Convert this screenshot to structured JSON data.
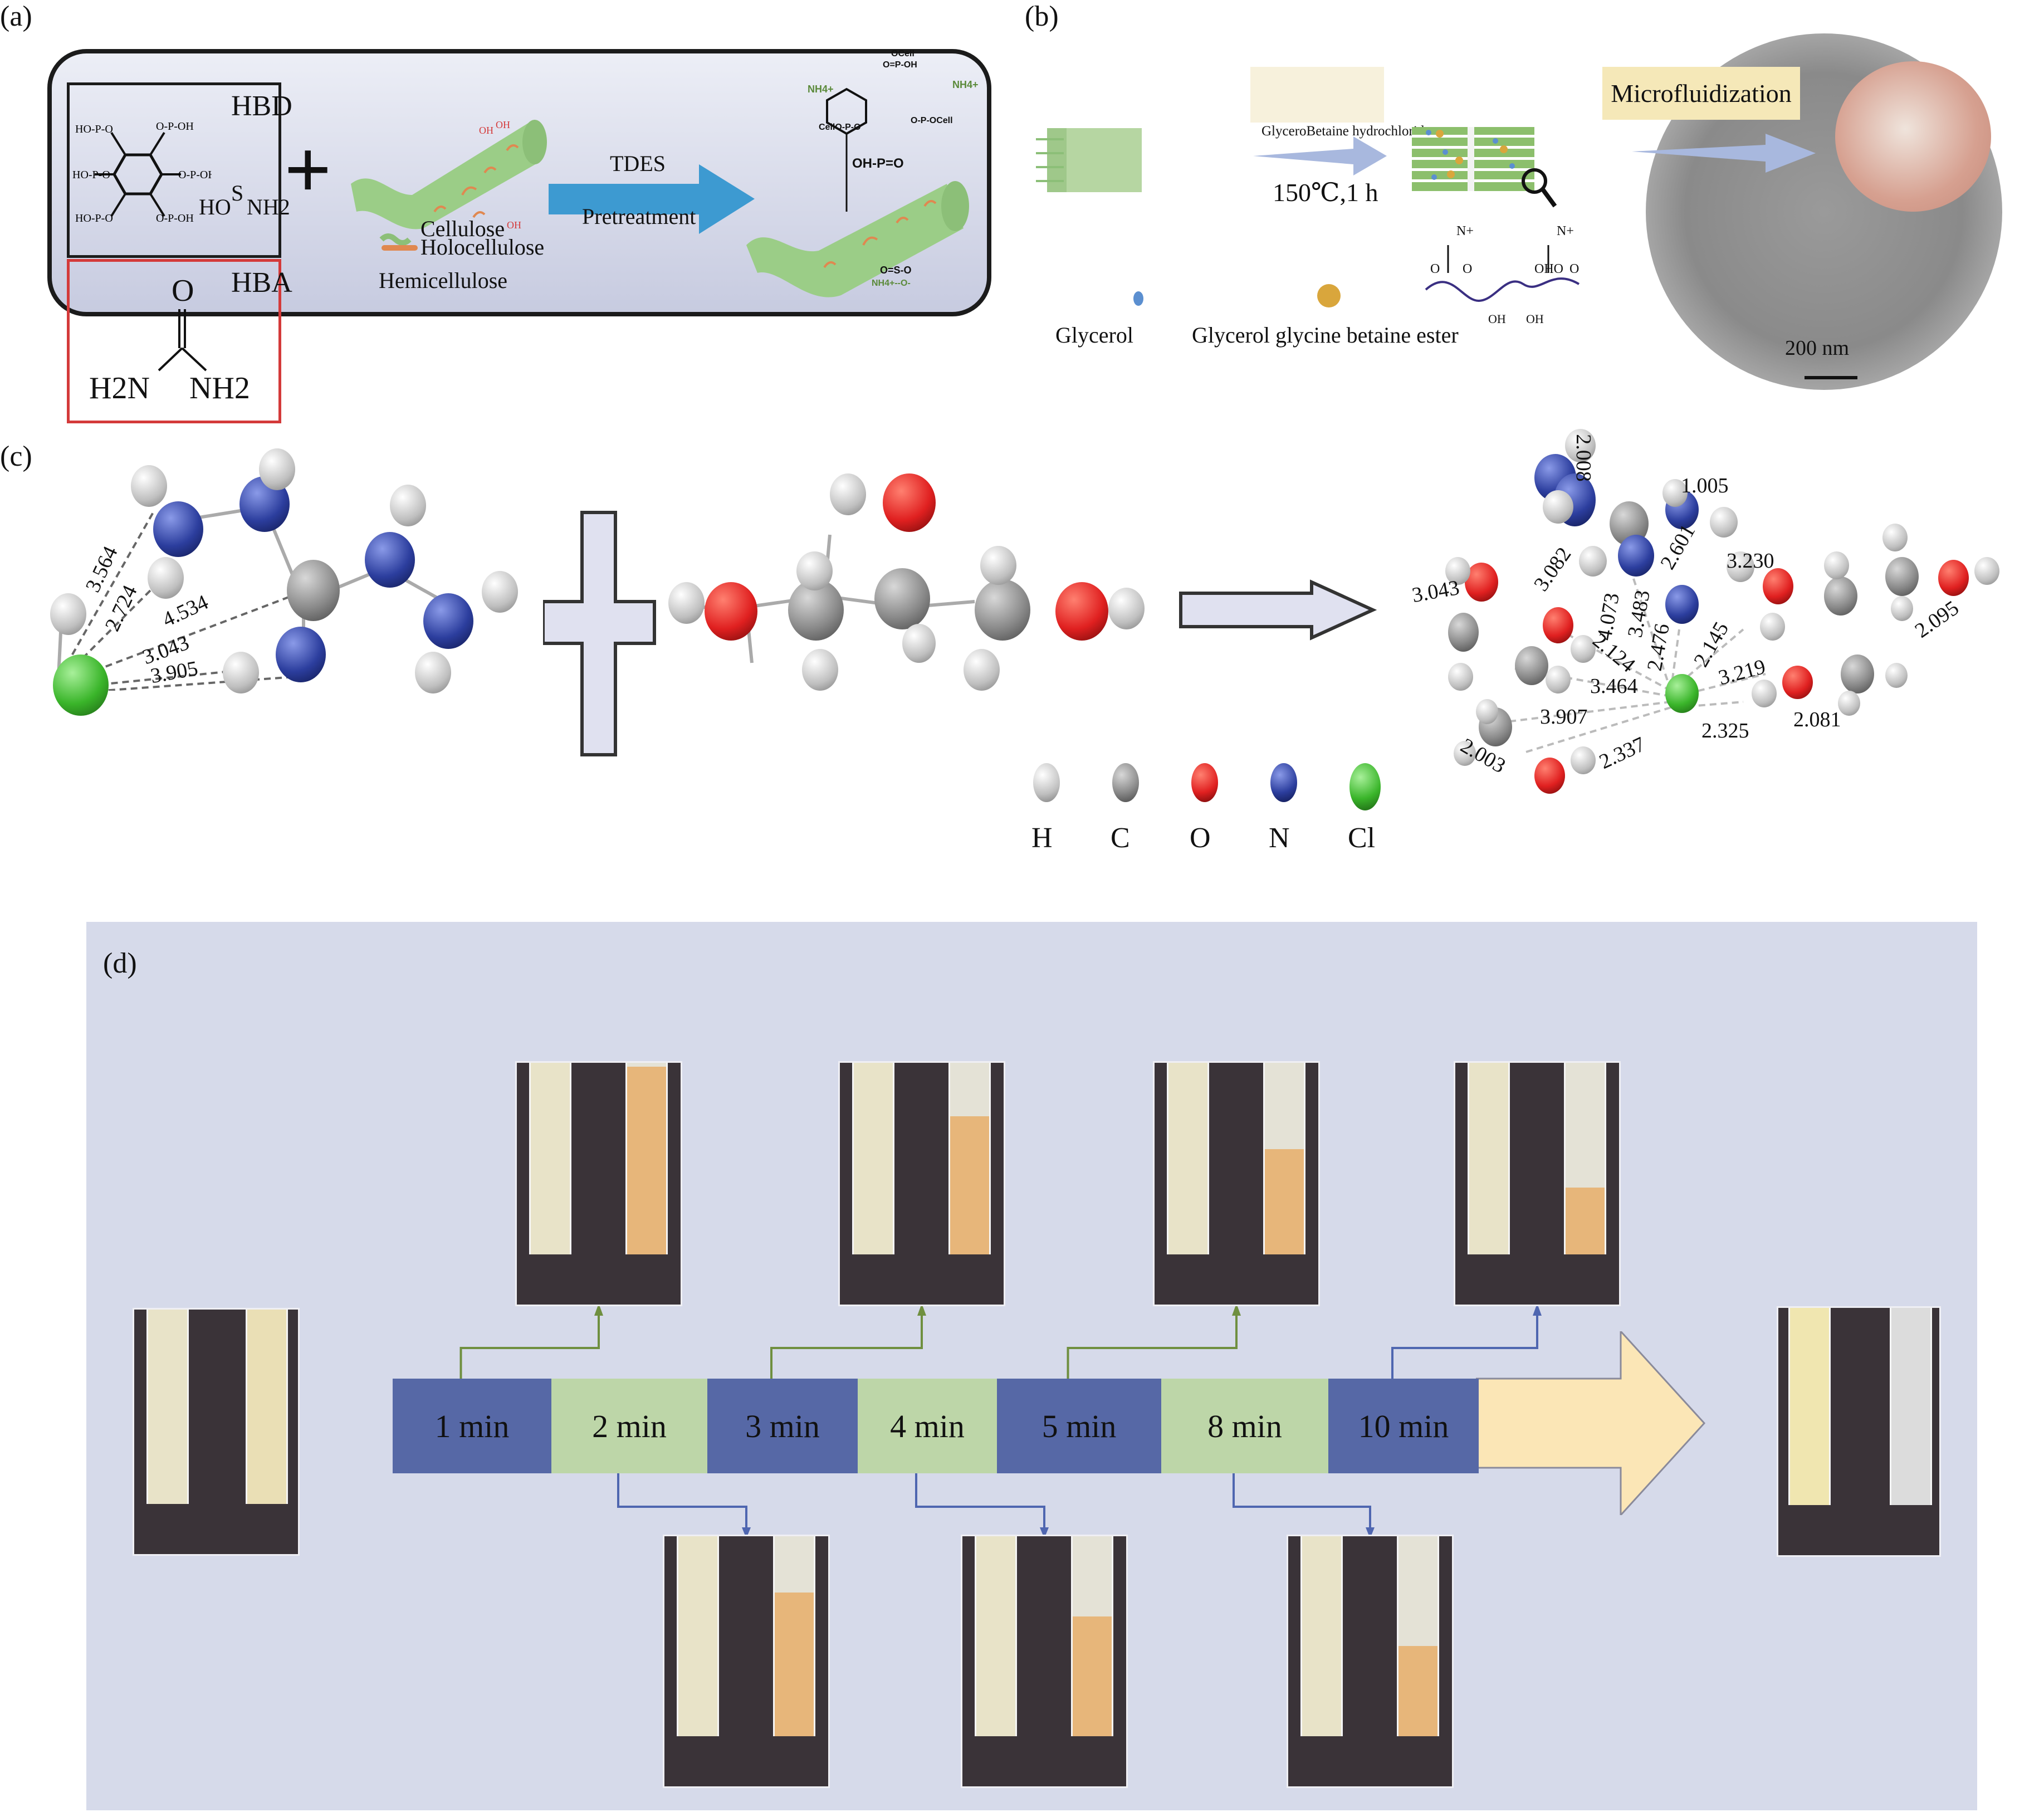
{
  "panel_a": {
    "label": "(a)",
    "hbd_label": "HBD",
    "hba_label": "HBA",
    "hbd_sulfamic": {
      "ho": "HO",
      "s": "S",
      "nh2": "NH2"
    },
    "urea": {
      "o": "O",
      "h2n": "H2N",
      "nh2": "NH2"
    },
    "plus": "+",
    "legend": {
      "cellulose": "Cellulose",
      "holocellulose": "Holocellulose",
      "hemicellulose": "Hemicellulose"
    },
    "arrow_top": "TDES",
    "arrow_bottom": "Pretreatment",
    "product_labels": [
      "OCell",
      "O=P-OH",
      "NH4+",
      "CellO-P-O",
      "O-P-OCell",
      "OH-P=O",
      "O=S-O",
      "NH4+--O-"
    ],
    "colors": {
      "arrow": "#3d9ad1",
      "fiber": "#9bcd87",
      "holocellulose": "#e08850",
      "hba_border": "#d43a3a"
    }
  },
  "panel_b": {
    "label": "(b)",
    "reagent": "GlyceroBetaine hydrochloride",
    "condition": "150℃,1 h",
    "step2": "Microfluidization",
    "legend": {
      "glycerol": "Glycerol",
      "ester": "Glycerol glycine betaine ester"
    },
    "structure_labels": [
      "N+",
      "N+",
      "O",
      "O",
      "OHO",
      "O",
      "OH",
      "OH"
    ],
    "scale_bar": "200 nm",
    "colors": {
      "glycerol_dot": "#5b8fd0",
      "ester_dot": "#d9a63c",
      "microfluidization_bg": "#f5e8b8"
    }
  },
  "panel_c": {
    "label": "(c)",
    "left_distances": [
      "3.564",
      "2.724",
      "4.534",
      "3.043",
      "3.905"
    ],
    "right_distances": [
      "2.008",
      "1.005",
      "3.082",
      "3.043",
      "2.601",
      "3.230",
      "4.073",
      "3.483",
      "2.476",
      "2.124",
      "2.145",
      "3.464",
      "3.219",
      "3.907",
      "2.095",
      "2.325",
      "2.081",
      "2.337",
      "2.003"
    ],
    "legend": [
      {
        "symbol": "H",
        "color": "#d9d9d9"
      },
      {
        "symbol": "C",
        "color": "#808080"
      },
      {
        "symbol": "O",
        "color": "#e02020"
      },
      {
        "symbol": "N",
        "color": "#2c3e9e"
      },
      {
        "symbol": "Cl",
        "color": "#3ab52a"
      }
    ]
  },
  "panel_d": {
    "label": "(d)",
    "steps": [
      {
        "label": "1 min",
        "style": "blue",
        "photo": "top",
        "sediment": 0.98
      },
      {
        "label": "2 min",
        "style": "green",
        "photo": "bottom",
        "sediment": 0.72
      },
      {
        "label": "3 min",
        "style": "blue",
        "photo": "top",
        "sediment": 0.72
      },
      {
        "label": "4 min",
        "style": "green",
        "photo": "bottom",
        "sediment": 0.6
      },
      {
        "label": "5 min",
        "style": "blue",
        "photo": "top",
        "sediment": 0.55
      },
      {
        "label": "8 min",
        "style": "green",
        "photo": "bottom",
        "sediment": 0.45
      },
      {
        "label": "10 min",
        "style": "blue",
        "photo": "top",
        "sediment": 0.35
      }
    ],
    "colors": {
      "blue_step": "#5668a6",
      "green_step": "#bdd6a8",
      "arrow_head": "#fbe6b6",
      "green_connector": "#6f8f3f",
      "blue_connector": "#4f66b0",
      "background": "#d6daea"
    }
  }
}
